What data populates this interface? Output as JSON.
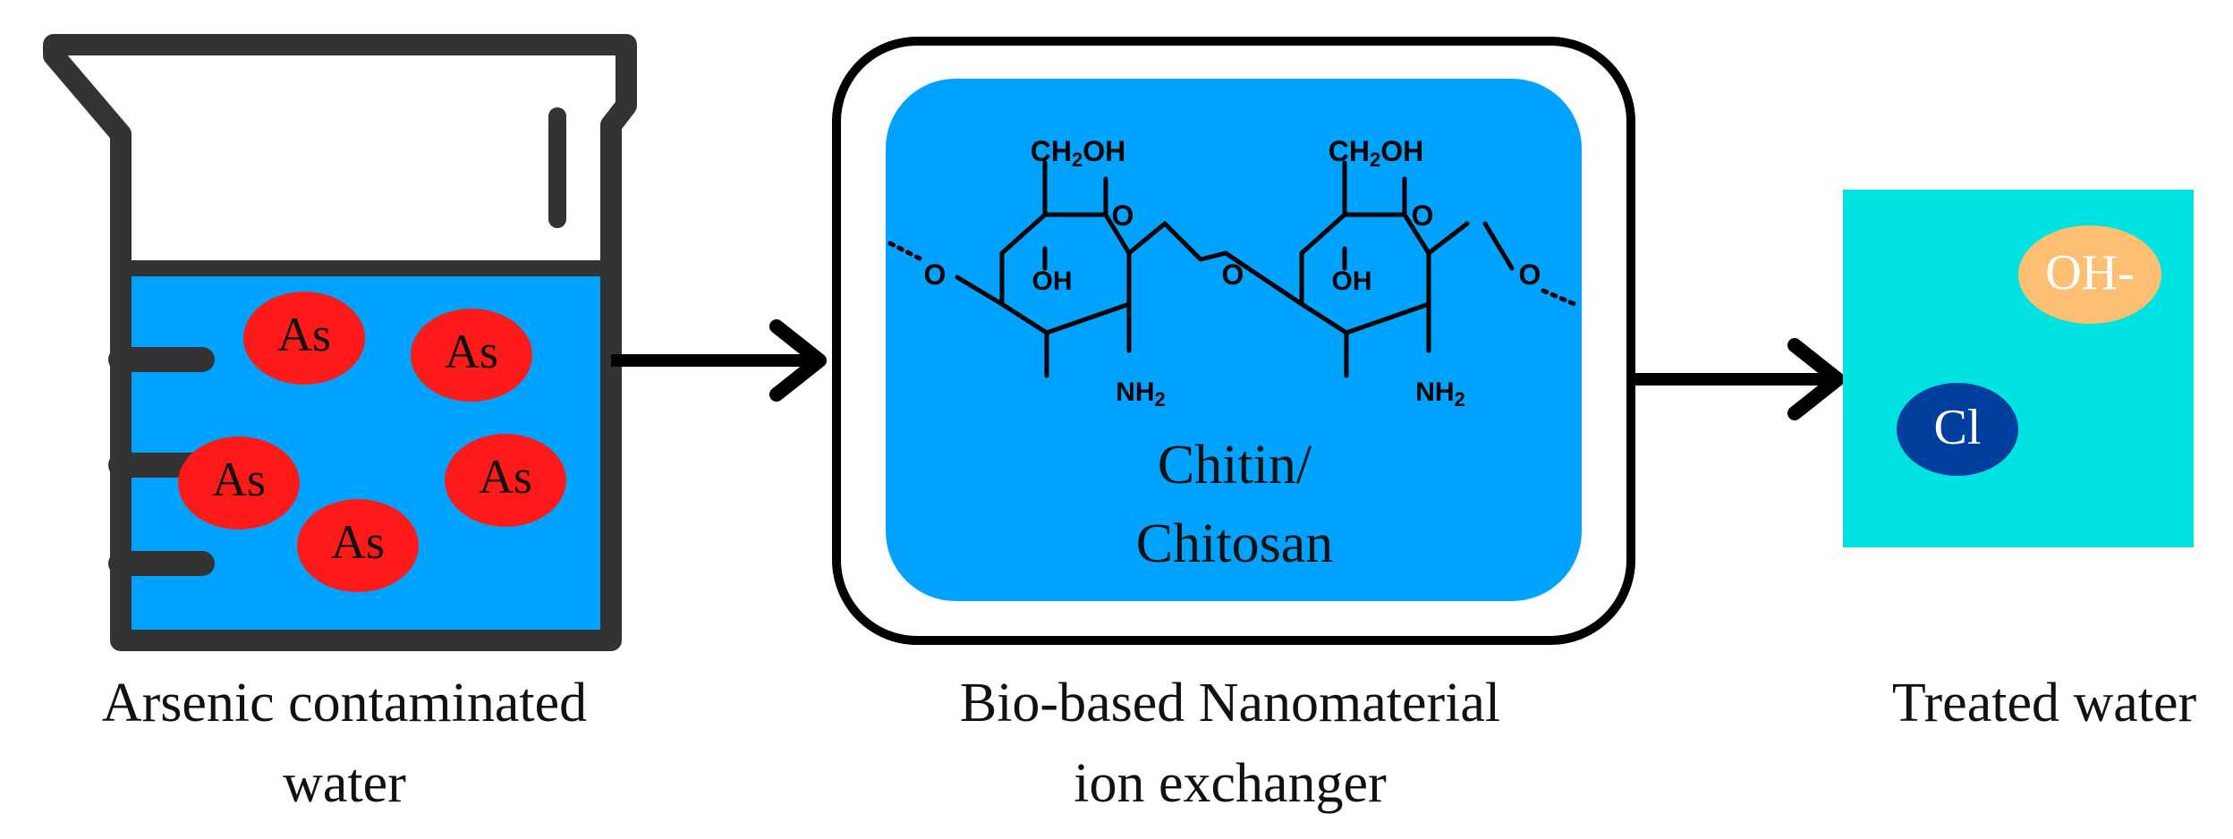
{
  "beaker": {
    "label_line1": "Arsenic contaminated",
    "label_line2": "water",
    "particle_label": "As",
    "particle_count": 5,
    "water_color": "#00a2ff",
    "particle_color": "#ff1a1a",
    "outline_color": "#333333"
  },
  "exchanger": {
    "label_line1": "Bio-based Nanomaterial",
    "label_line2": "ion exchanger",
    "material_line1": "Chitin/",
    "material_line2": "Chitosan",
    "panel_color": "#00a2ff",
    "frame_color": "#000000",
    "structure": {
      "group_top_left": "CH2OH",
      "group_top_right": "CH2OH",
      "ring_oxygen": "O",
      "hydroxyl_left": "OH",
      "hydroxyl_right": "OH",
      "amine_left": "NH2",
      "amine_right": "NH2",
      "linker_oxygen": "O"
    }
  },
  "treated": {
    "label": "Treated water",
    "ion_oh": "OH-",
    "ion_cl": "Cl",
    "panel_color": "#00e1e1",
    "oh_color": "#ffbf73",
    "cl_color": "#003f9e"
  },
  "arrow_color": "#000000"
}
